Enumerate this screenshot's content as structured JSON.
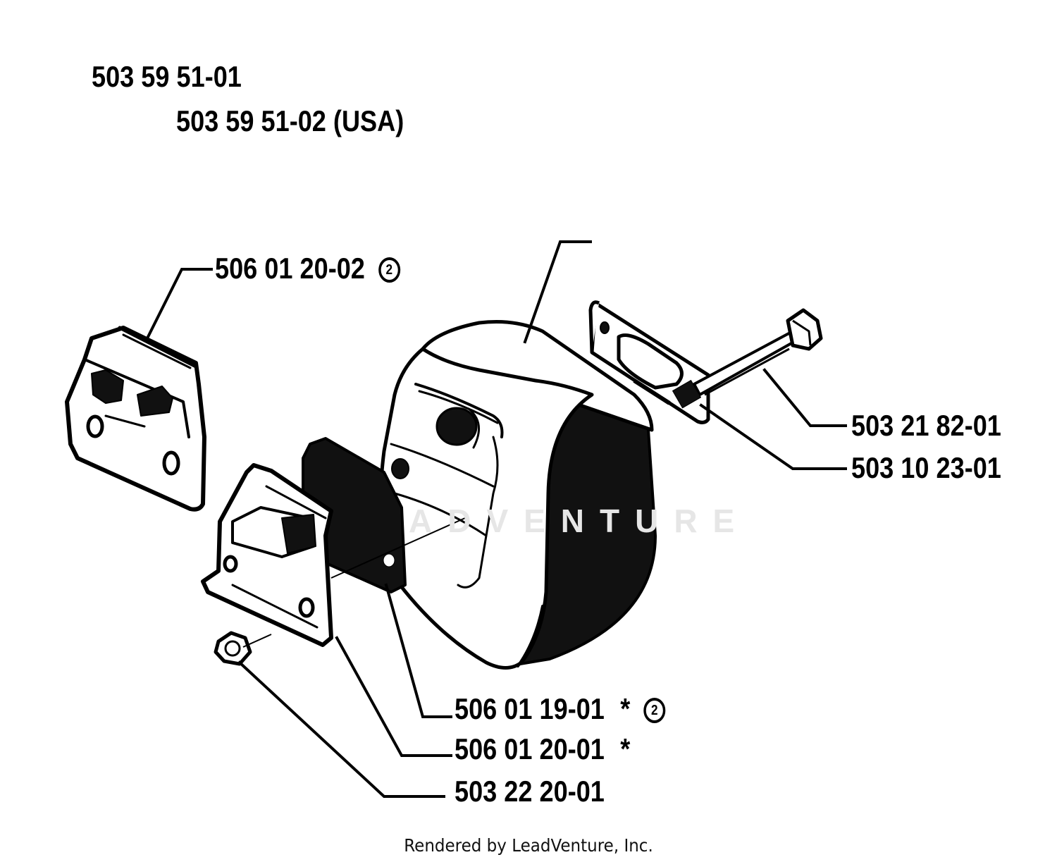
{
  "header": {
    "assembly_number": "503 59 51-01",
    "assembly_number_usa": "503 59 51-02 (USA)"
  },
  "parts": [
    {
      "id": "spark-arrestor-screen",
      "part_number": "506 01 20-02",
      "asterisk": "",
      "circle_note": "2"
    },
    {
      "id": "muffler-bolt",
      "part_number": "503 21 82-01",
      "asterisk": "",
      "circle_note": ""
    },
    {
      "id": "muffler-gasket",
      "part_number": "503 10 23-01",
      "asterisk": "",
      "circle_note": ""
    },
    {
      "id": "screen",
      "part_number": "506 01 19-01",
      "asterisk": "*",
      "circle_note": "2"
    },
    {
      "id": "deflector",
      "part_number": "506 01 20-01",
      "asterisk": "*",
      "circle_note": ""
    },
    {
      "id": "nut",
      "part_number": "503 22 20-01",
      "asterisk": "",
      "circle_note": ""
    }
  ],
  "watermark": "ADVENTURE",
  "footer": "Rendered by LeadVenture, Inc."
}
